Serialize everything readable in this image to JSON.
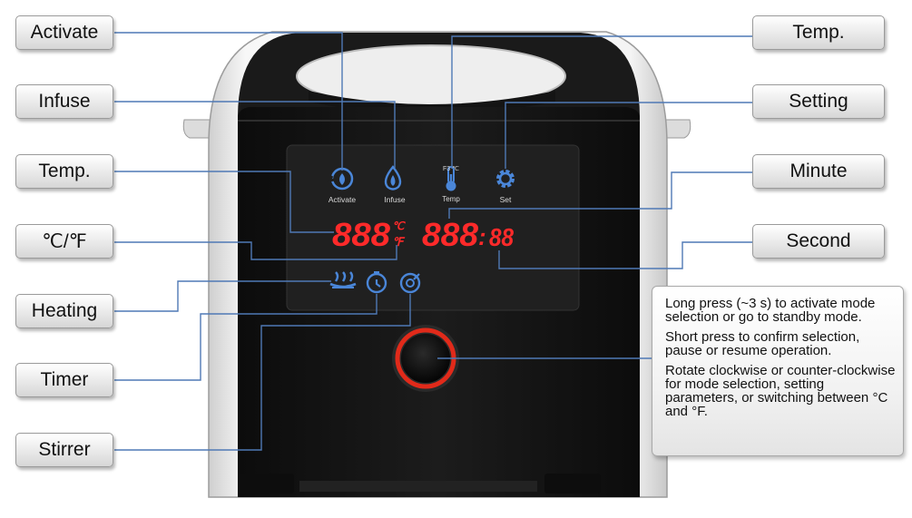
{
  "labels": {
    "activate": "Activate",
    "infuse": "Infuse",
    "temp_left": "Temp.",
    "unit_toggle": "℃/℉",
    "heating": "Heating",
    "timer": "Timer",
    "stirrer": "Stirrer",
    "temp_right": "Temp.",
    "setting": "Setting",
    "minute": "Minute",
    "second": "Second"
  },
  "panel": {
    "icon_activate": "Activate",
    "icon_infuse": "Infuse",
    "icon_temp": "Temp",
    "icon_set": "Set",
    "unit_mini": "F3 ℃",
    "temp_digits": "888",
    "unit_c": "℃",
    "unit_f": "℉",
    "minute_digits": "888",
    "colon": ":",
    "second_digits": "88"
  },
  "knob_info": {
    "long_press": "Long press (~3 s) to activate mode selection or go to standby mode.",
    "short_press": "Short press to confirm selection, pause or resume operation.",
    "rotate": "Rotate clockwise or counter-clockwise for mode selection, setting parameters, or switching between °C  and °F."
  },
  "colors": {
    "display_red": "#ff2a2a",
    "icon_blue": "#4a86d8",
    "leader_line": "#4f79b5",
    "body_black": "#151515",
    "shell_white": "#e9e9e9"
  }
}
